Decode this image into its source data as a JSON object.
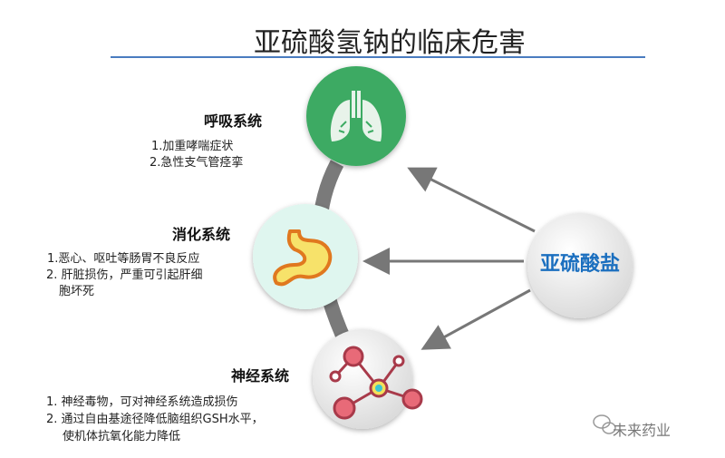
{
  "title": "亚硫酸氢钠的临床危害",
  "center_label": "亚硫酸盐",
  "systems": [
    {
      "name": "呼吸系统",
      "icon": "lungs-icon",
      "items": [
        "1.加重哮喘症状",
        "2.急性支气管痉挛"
      ]
    },
    {
      "name": "消化系统",
      "icon": "stomach-icon",
      "items": [
        "1.恶心、呕吐等肠胃不良反应",
        "2. 肝脏损伤，严重可引起肝细",
        "胞坏死"
      ]
    },
    {
      "name": "神经系统",
      "icon": "neuron-icon",
      "items": [
        "1. 神经毒物，可对神经系统造成损伤",
        "2. 通过自由基途径降低脑组织GSH水平，",
        "使机体抗氧化能力降低"
      ]
    }
  ],
  "watermark": "未来药业",
  "colors": {
    "title_rule": "#4a7cc0",
    "green": "#3daa63",
    "teal": "#dff6ef",
    "center_text": "#1b6fbf",
    "connector": "#777777"
  }
}
